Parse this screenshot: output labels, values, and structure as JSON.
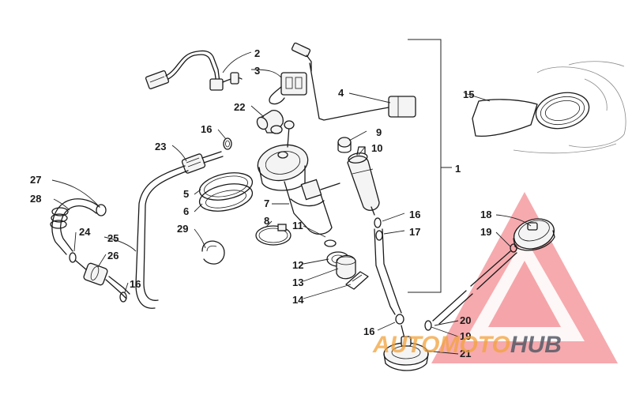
{
  "diagram": {
    "callouts": [
      {
        "id": "c2",
        "text": "2"
      },
      {
        "id": "c3",
        "text": "3"
      },
      {
        "id": "c4",
        "text": "4"
      },
      {
        "id": "c22",
        "text": "22"
      },
      {
        "id": "c16a",
        "text": "16"
      },
      {
        "id": "c23",
        "text": "23"
      },
      {
        "id": "c9",
        "text": "9"
      },
      {
        "id": "c10",
        "text": "10"
      },
      {
        "id": "c1",
        "text": "1"
      },
      {
        "id": "c15",
        "text": "15"
      },
      {
        "id": "c27",
        "text": "27"
      },
      {
        "id": "c28",
        "text": "28"
      },
      {
        "id": "c5",
        "text": "5"
      },
      {
        "id": "c6",
        "text": "6"
      },
      {
        "id": "c7",
        "text": "7"
      },
      {
        "id": "c8",
        "text": "8"
      },
      {
        "id": "c29",
        "text": "29"
      },
      {
        "id": "c24",
        "text": "24"
      },
      {
        "id": "c25",
        "text": "25"
      },
      {
        "id": "c26",
        "text": "26"
      },
      {
        "id": "c16b",
        "text": "16"
      },
      {
        "id": "c11",
        "text": "11"
      },
      {
        "id": "c12",
        "text": "12"
      },
      {
        "id": "c13",
        "text": "13"
      },
      {
        "id": "c14",
        "text": "14"
      },
      {
        "id": "c16c",
        "text": "16"
      },
      {
        "id": "c17",
        "text": "17"
      },
      {
        "id": "c18",
        "text": "18"
      },
      {
        "id": "c19a",
        "text": "19"
      },
      {
        "id": "c20",
        "text": "20"
      },
      {
        "id": "c16d",
        "text": "16"
      },
      {
        "id": "c19b",
        "text": "19"
      },
      {
        "id": "c21",
        "text": "21"
      }
    ]
  },
  "watermark": {
    "brand_left": "AUTO",
    "brand_mid": "MOTO",
    "brand_right": "HUB",
    "colors": {
      "red": "#e8202a",
      "orange": "#f2a23a",
      "dark": "#555b66"
    }
  }
}
